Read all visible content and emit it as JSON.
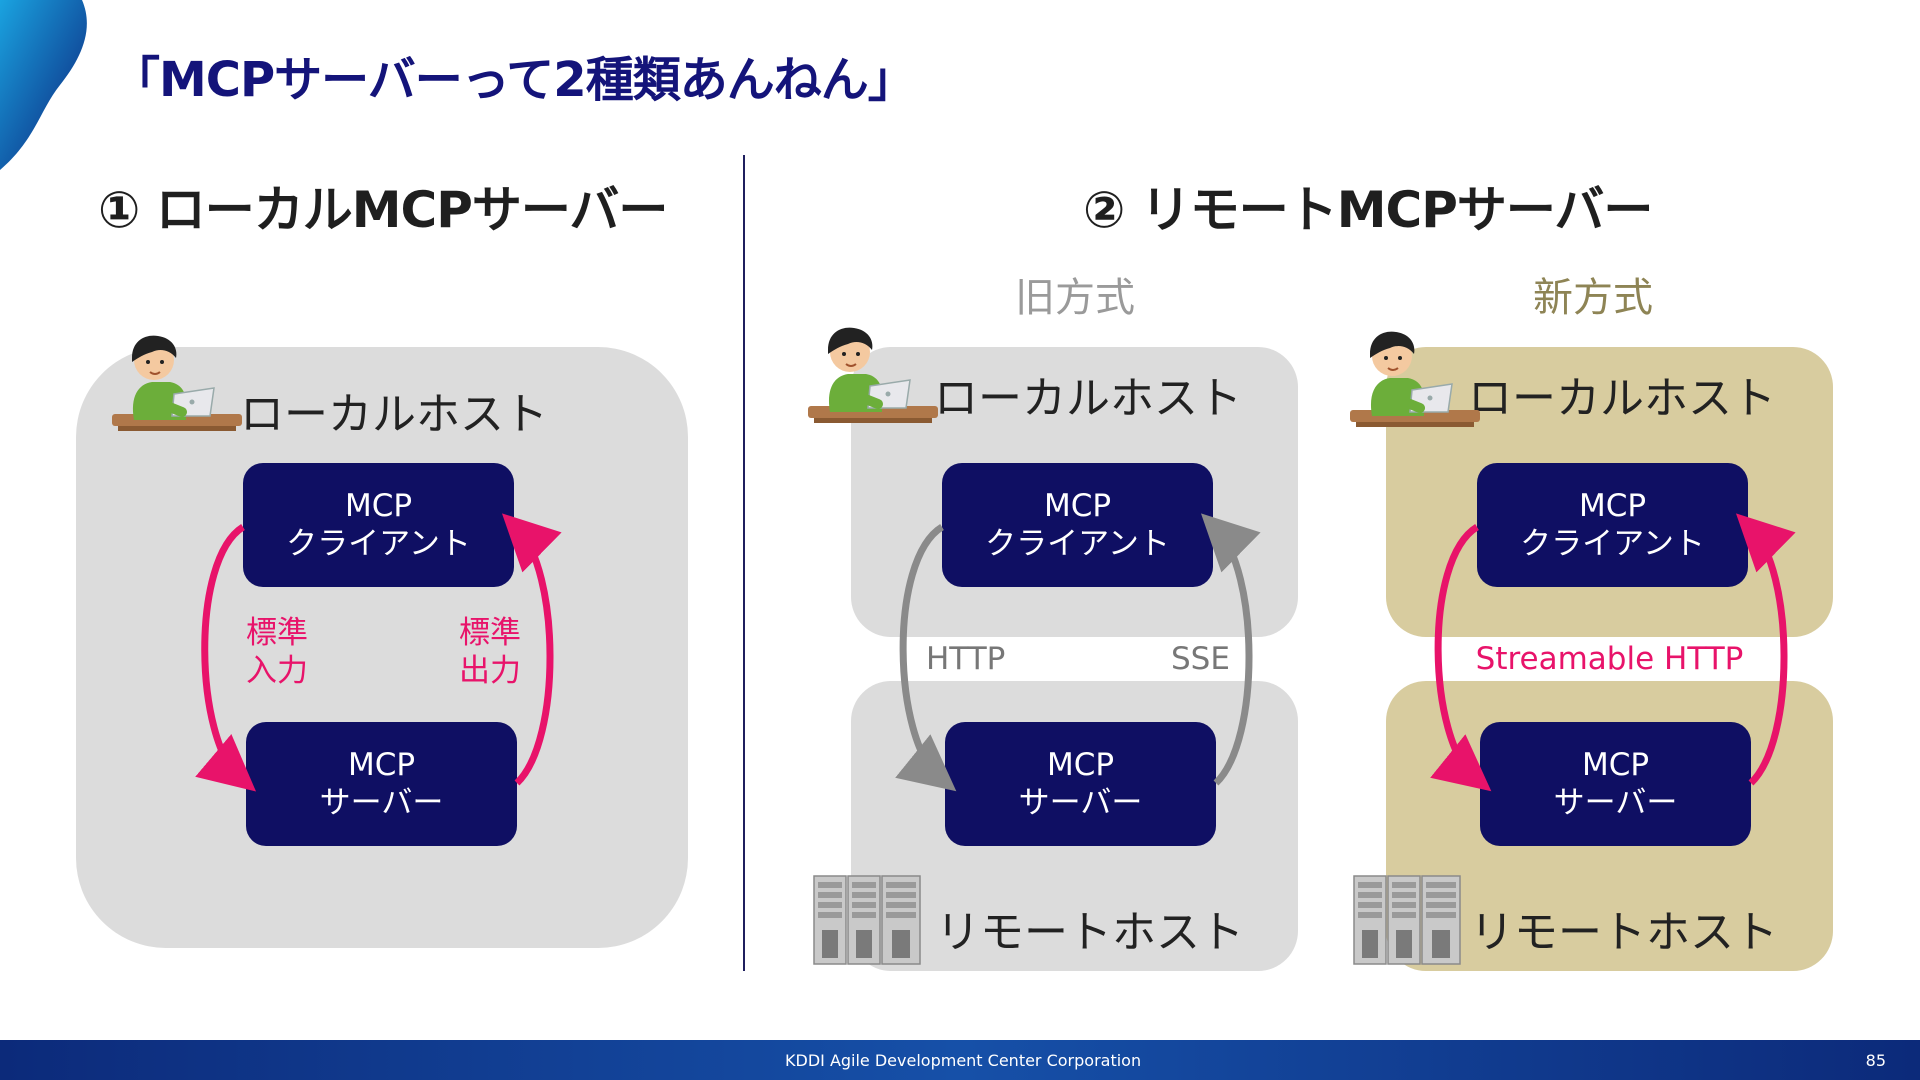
{
  "slide": {
    "title": "「MCPサーバーって2種類あんねん」",
    "footer_company": "KDDI Agile Development Center Corporation",
    "page_number": "85"
  },
  "local": {
    "heading": "① ローカルMCPサーバー",
    "host_label": "ローカルホスト",
    "client_label": [
      "MCP",
      "クライアント"
    ],
    "server_label": [
      "MCP",
      "サーバー"
    ],
    "stdin_label": [
      "標準",
      "入力"
    ],
    "stdout_label": [
      "標準",
      "出力"
    ]
  },
  "remote": {
    "heading": "② リモートMCPサーバー",
    "old": {
      "method_label": "旧方式",
      "local_host_label": "ローカルホスト",
      "remote_host_label": "リモートホスト",
      "client_label": [
        "MCP",
        "クライアント"
      ],
      "server_label": [
        "MCP",
        "サーバー"
      ],
      "request_protocol": "HTTP",
      "response_protocol": "SSE"
    },
    "new": {
      "method_label": "新方式",
      "local_host_label": "ローカルホスト",
      "remote_host_label": "リモートホスト",
      "client_label": [
        "MCP",
        "クライアント"
      ],
      "server_label": [
        "MCP",
        "サーバー"
      ],
      "protocol": "Streamable HTTP"
    }
  },
  "colors": {
    "title": "#14147a",
    "node_fill": "#0f0f63",
    "panel_gray": "#dcdcdc",
    "panel_gold": "#d8cc9f",
    "arrow_pink": "#e8136a",
    "arrow_gray": "#8a8a8a",
    "old_label": "#9a9a9a",
    "new_label": "#8e8455"
  },
  "icons": [
    "person-at-laptop-icon",
    "server-rack-icon"
  ]
}
